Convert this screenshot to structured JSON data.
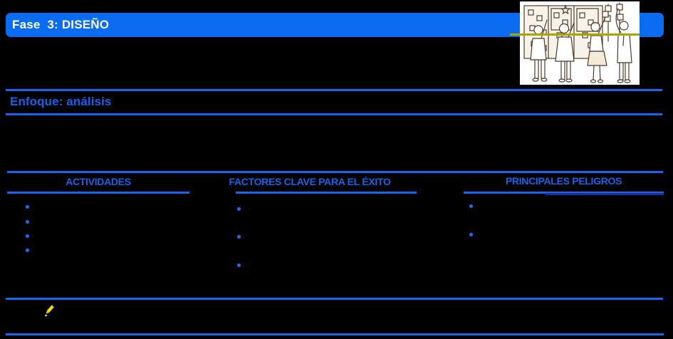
{
  "slide": {
    "background": "#000000"
  },
  "title_bar": {
    "label": "Fase  3: DISEÑO",
    "bg_color": "#0A6CF0",
    "text_color": "#FFFFFF"
  },
  "focus": {
    "label": "Enfoque: análisis",
    "text_color": "#0E64F0"
  },
  "columns": [
    {
      "title": "ACTIVIDADES",
      "bullet_count": 4
    },
    {
      "title": "FACTORES CLAVE PARA EL ÉXITO",
      "bullet_count": 3
    },
    {
      "title": "PRINCIPALES PELIGROS",
      "bullet_count": 2
    }
  ],
  "clipart": {
    "name": "team-at-whiteboard-sketch"
  },
  "icons": {
    "marker": "yellow-marker-icon"
  },
  "colors": {
    "accent_line": "#1565F2",
    "header_text": "#1464EB",
    "bullet": "#1D6BF5",
    "olive_line": "#A9A400",
    "dark_underline": "#16309B",
    "marker_yellow": "#F2E11A"
  }
}
